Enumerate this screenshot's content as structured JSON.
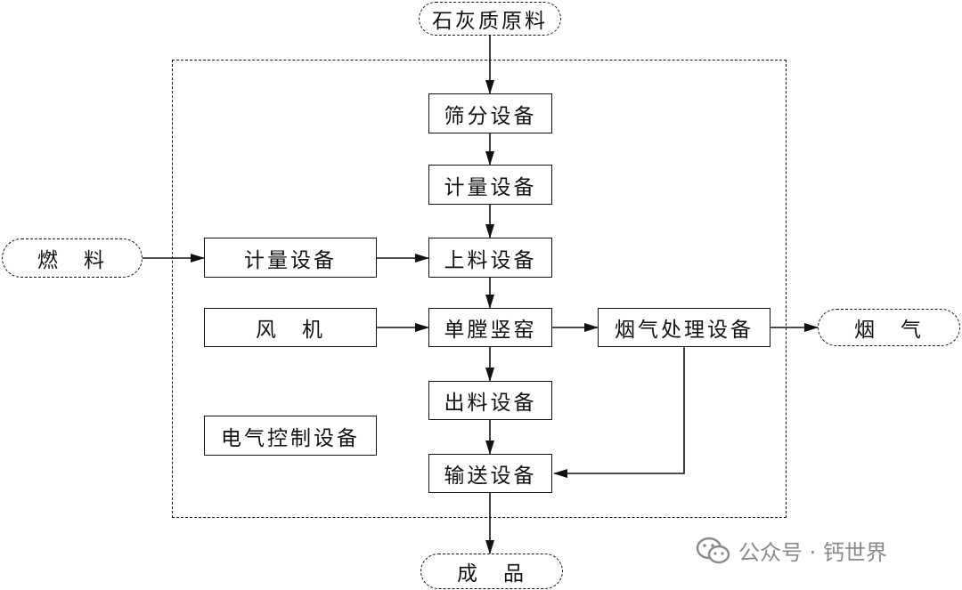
{
  "nodes": {
    "raw_material": "石灰质原料",
    "screening": "筛分设备",
    "metering_top": "计量设备",
    "fuel": "燃　料",
    "metering_left": "计量设备",
    "feeding": "上料设备",
    "fan": "风　机",
    "kiln": "单膛竖窑",
    "flue_treatment": "烟气处理设备",
    "flue_gas": "烟　气",
    "discharge": "出料设备",
    "electrical_control": "电气控制设备",
    "conveying": "输送设备",
    "product": "成　品"
  },
  "watermark": {
    "text": "公众号 · 钙世界",
    "icon": "wechat-icon",
    "color": "#8a8a8a"
  },
  "colors": {
    "line": "#111111",
    "background": "#ffffff"
  }
}
